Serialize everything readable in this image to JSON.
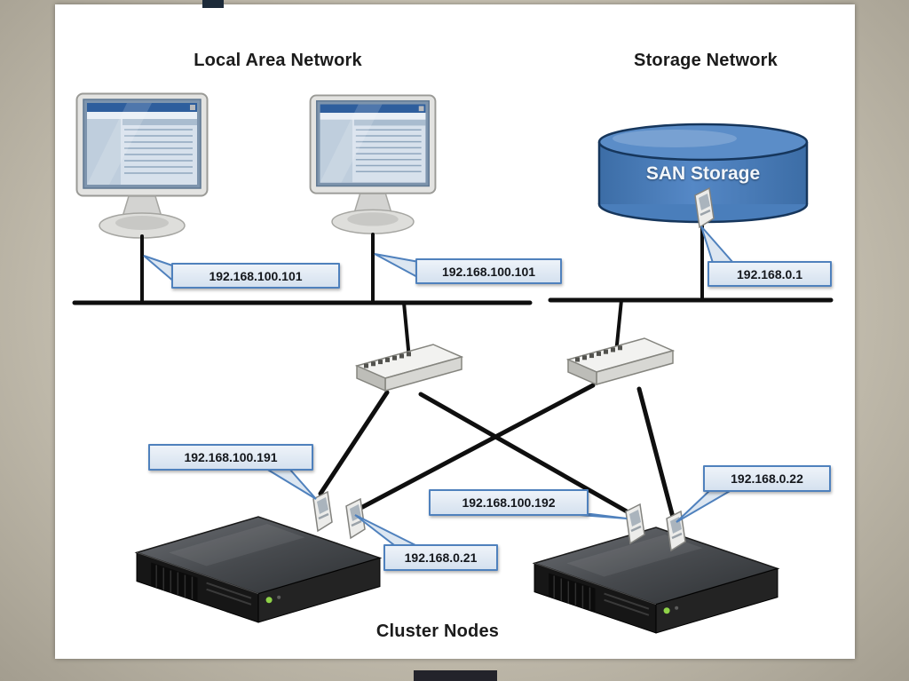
{
  "titles": {
    "lan": "Local Area Network",
    "storage": "Storage Network",
    "san": "SAN Storage",
    "cluster": "Cluster Nodes"
  },
  "topology": {
    "workstations": [
      {
        "ip": "192.168.100.101"
      },
      {
        "ip": "192.168.100.101"
      }
    ],
    "san_storage": {
      "ip": "192.168.0.1"
    },
    "switch_count": 2,
    "cluster_nodes": [
      {
        "lan_ip": "192.168.100.191",
        "storage_ip": "192.168.0.21"
      },
      {
        "lan_ip": "192.168.100.192",
        "storage_ip": "192.168.0.22"
      }
    ]
  },
  "colors": {
    "callout_fill": "#dce6f1",
    "callout_border": "#4f81bd",
    "san_cylinder": "#4a7ebb",
    "connection_line": "#0f0f0f",
    "canvas_background": "#ffffff",
    "frame_background": "#bdb7a8"
  }
}
